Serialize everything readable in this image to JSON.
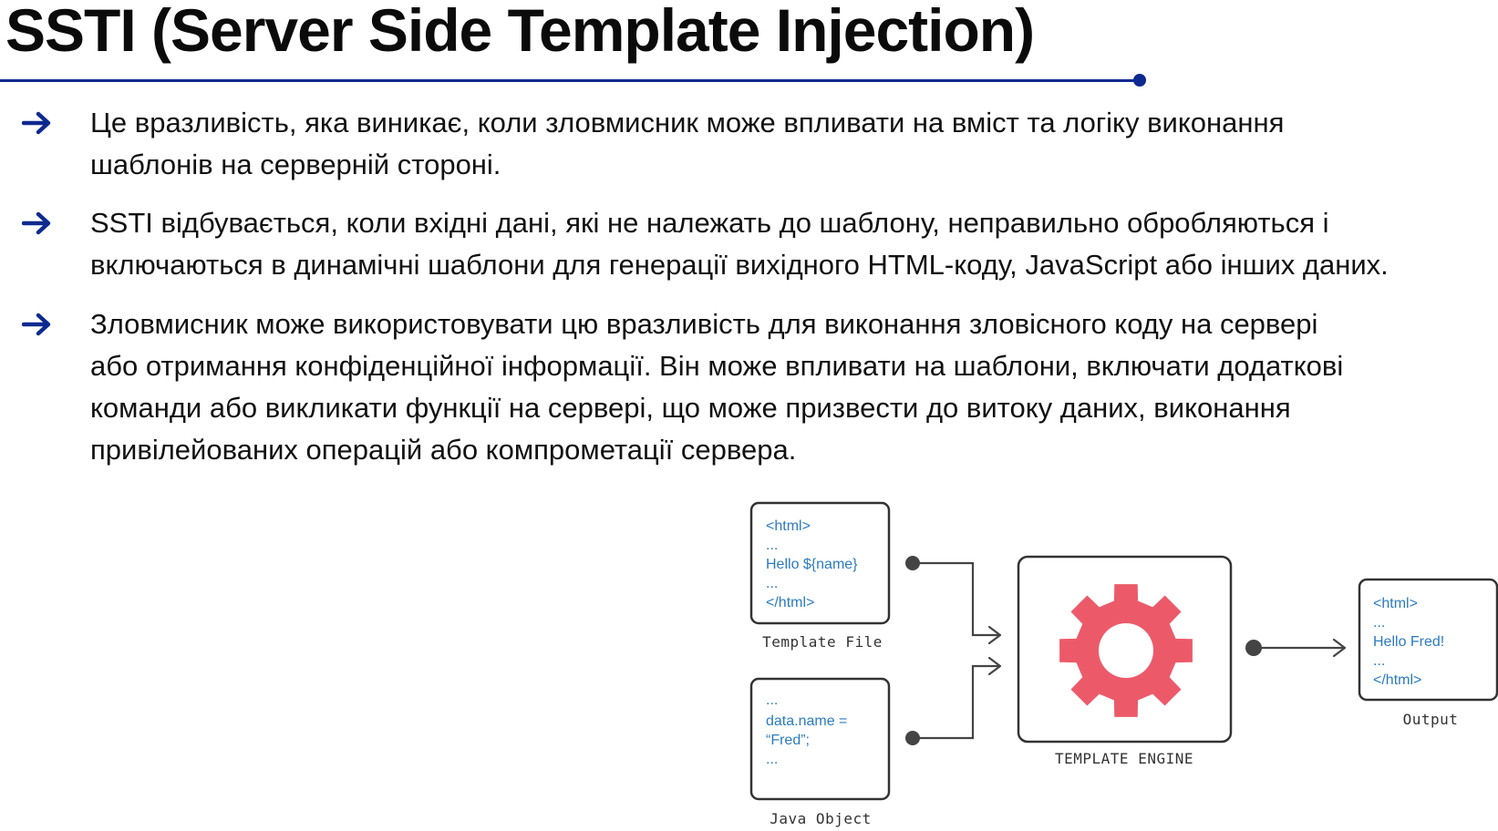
{
  "title": "SSTI (Server Side Template Injection)",
  "colors": {
    "accent": "#0d2a8f",
    "gear": "#ec5a6a",
    "code_text": "#2b7bbf",
    "box_border": "#333333"
  },
  "bullets": [
    {
      "icon": "arrow-right-icon",
      "text": "Це вразливість, яка виникає, коли зловмисник може впливати на вміст та логіку виконання\nшаблонів на серверній стороні."
    },
    {
      "icon": "arrow-right-icon",
      "text": "SSTI відбувається, коли вхідні дані, які не належать до шаблону, неправильно обробляються і\nвключаються в динамічні шаблони для генерації вихідного HTML-коду, JavaScript або інших даних."
    },
    {
      "icon": "arrow-right-icon",
      "text": "Зловмисник може використовувати цю вразливість для виконання зловісного коду на сервері\nабо отримання конфіденційної інформації. Він може впливати на шаблони, включати додаткові\nкоманди або викликати функції на сервері, що може призвести до витоку даних, виконання\nпривілейованих операцій або компрометації сервера."
    }
  ],
  "diagram": {
    "template_file": {
      "lines": [
        "<html>",
        "...",
        "Hello ${name}",
        "...",
        "</html>"
      ],
      "caption": "Template File"
    },
    "java_object": {
      "lines": [
        "...",
        "data.name =",
        "“Fred”;",
        "..."
      ],
      "caption": "Java Object"
    },
    "engine": {
      "caption": "TEMPLATE ENGINE",
      "icon": "gear-icon"
    },
    "output": {
      "lines": [
        "<html>",
        "...",
        "Hello Fred!",
        "...",
        "</html>"
      ],
      "caption": "Output"
    }
  }
}
